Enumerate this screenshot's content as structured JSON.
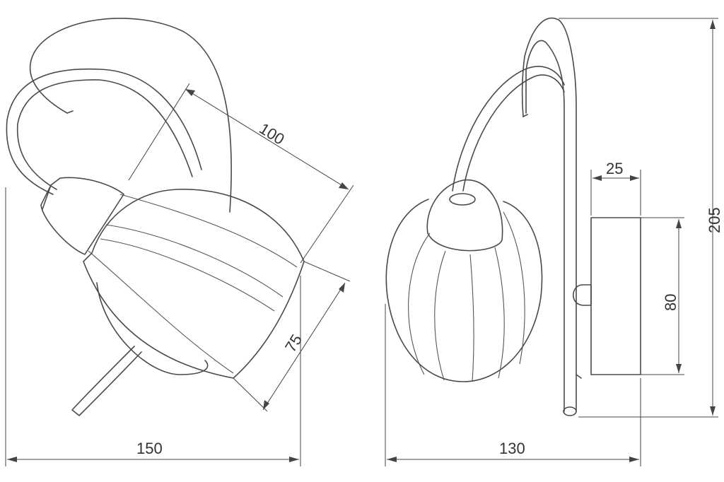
{
  "drawing": {
    "dimensions": {
      "width_front": "150",
      "diameter_shade": "75",
      "length_shade": "100",
      "width_side": "130",
      "height_total": "205",
      "base_height": "80",
      "base_depth": "25"
    },
    "colors": {
      "background": "#ffffff",
      "line": "#4a4a4a"
    }
  }
}
